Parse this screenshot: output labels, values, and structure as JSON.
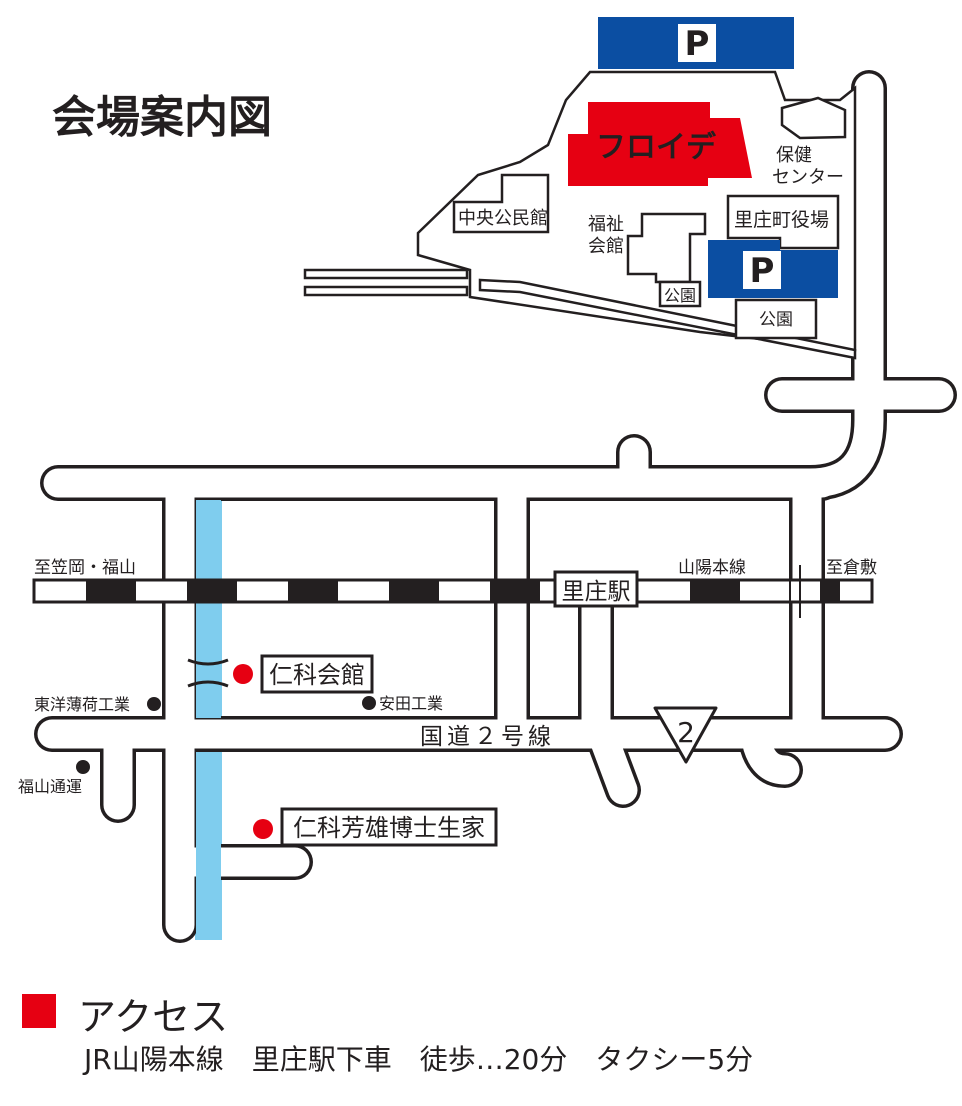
{
  "title": "会場案内図",
  "colors": {
    "accent_blue": "#0b4ea2",
    "accent_red": "#e60012",
    "river": "#7fcdee",
    "ink": "#231f20"
  },
  "parking_label": "P",
  "buildings": {
    "venue": "フロイデ",
    "health_center_line1": "保健",
    "health_center_line2": "センター",
    "community_hall": "中央公民館",
    "welfare_hall_line1": "福祉",
    "welfare_hall_line2": "会館",
    "town_office": "里庄町役場",
    "park": "公園"
  },
  "railway": {
    "west_label": "至笠岡・福山",
    "east_label": "至倉敷",
    "line_name": "山陽本線",
    "station": "里庄駅"
  },
  "highway": {
    "name": "国道２号線",
    "number": "2"
  },
  "landmarks": {
    "nishina_hall": "仁科会館",
    "nishina_birthplace": "仁科芳雄博士生家",
    "toyo_hakka": "東洋薄荷工業",
    "yasuda": "安田工業",
    "fukuyama_tsuun": "福山通運"
  },
  "access": {
    "heading": "アクセス",
    "detail": "JR山陽本線　里庄駅下車　徒歩…20分　タクシー5分"
  }
}
